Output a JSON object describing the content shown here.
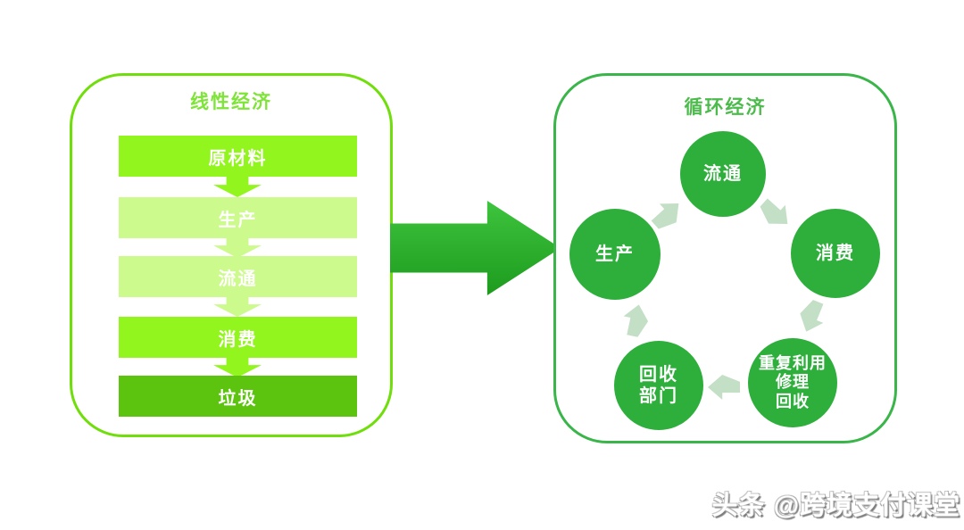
{
  "left_panel": {
    "title": "线性经济",
    "stages": [
      {
        "label": "原材料"
      },
      {
        "label": "生产"
      },
      {
        "label": "流通"
      },
      {
        "label": "消费"
      },
      {
        "label": "垃圾"
      }
    ]
  },
  "right_panel": {
    "title": "循环经济",
    "nodes": [
      {
        "label": "流通"
      },
      {
        "label": "消费"
      },
      {
        "lines": [
          "重复利用",
          "修理",
          "回收"
        ]
      },
      {
        "lines": [
          "回收",
          "部门"
        ]
      },
      {
        "label": "生产"
      }
    ]
  },
  "watermark": {
    "text": "头条 @跨境支付课堂"
  },
  "colors": {
    "left_border": "#6fde0a",
    "left_title": "#7ee437",
    "bar_bright": "#93f51e",
    "bar_light": "#cdfa8c",
    "bar_dark": "#5cc30f",
    "right_border": "#3ab54a",
    "right_title": "#4cbb4c",
    "circle": "#2eaf3c",
    "cycle_arrow": "#c3dfc5",
    "big_arrow_top": "#3ec43e",
    "big_arrow_bottom": "#1d9b1d"
  }
}
